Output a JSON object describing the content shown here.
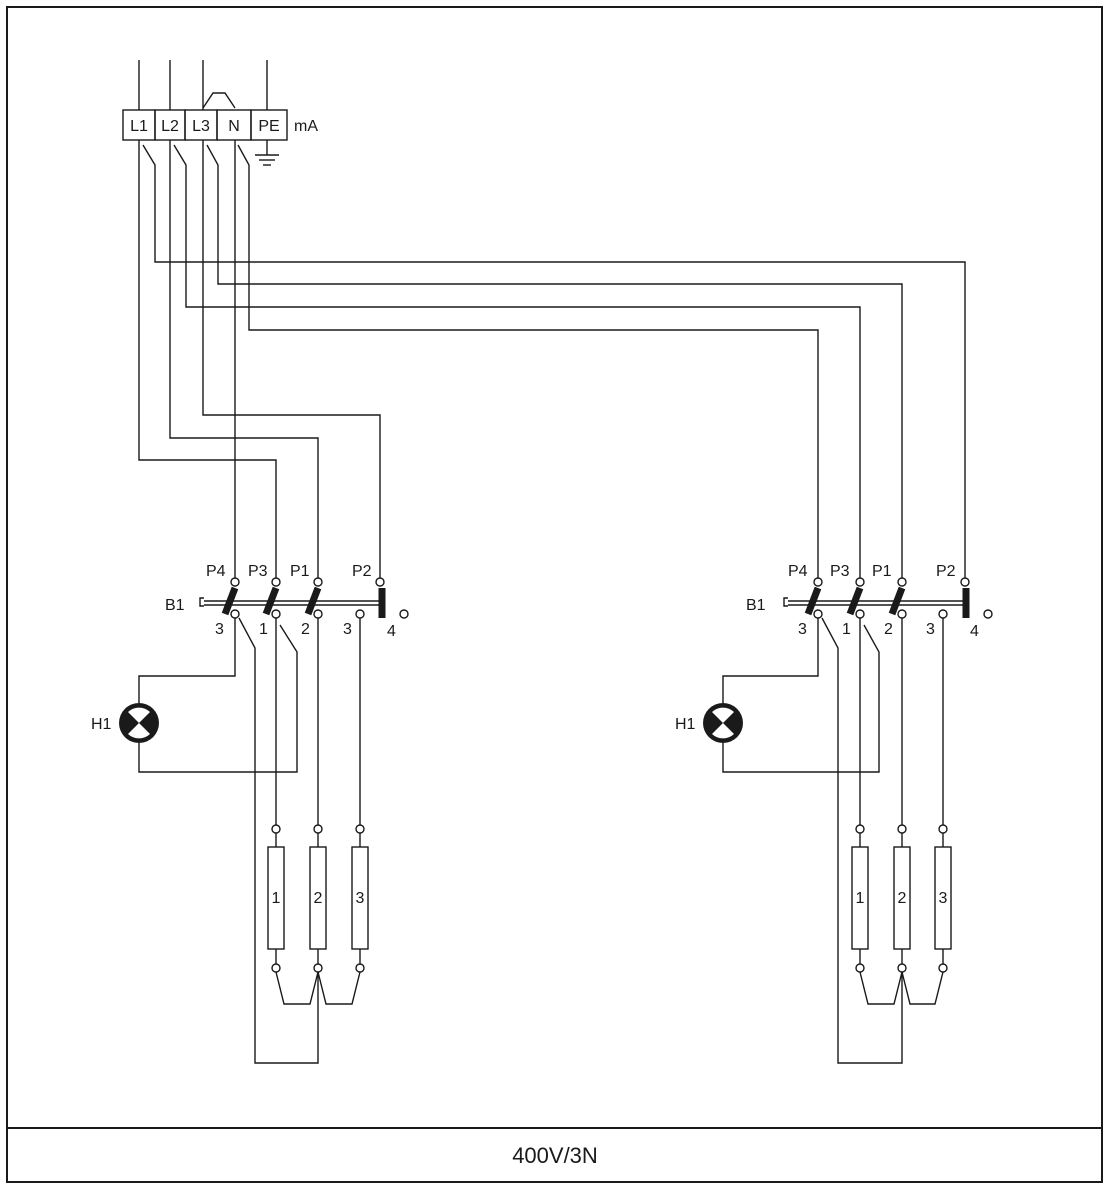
{
  "footer": {
    "text": "400V/3N"
  },
  "terminal_block": {
    "labels": [
      "L1",
      "L2",
      "L3",
      "N",
      "PE"
    ],
    "unit": "mA"
  },
  "switch": {
    "name": "B1",
    "poles": [
      "P4",
      "P3",
      "P1",
      "P2"
    ],
    "positions": [
      "3",
      "1",
      "2",
      "3",
      "4"
    ]
  },
  "lamp": {
    "name": "H1"
  },
  "heaters": [
    "1",
    "2",
    "3"
  ]
}
